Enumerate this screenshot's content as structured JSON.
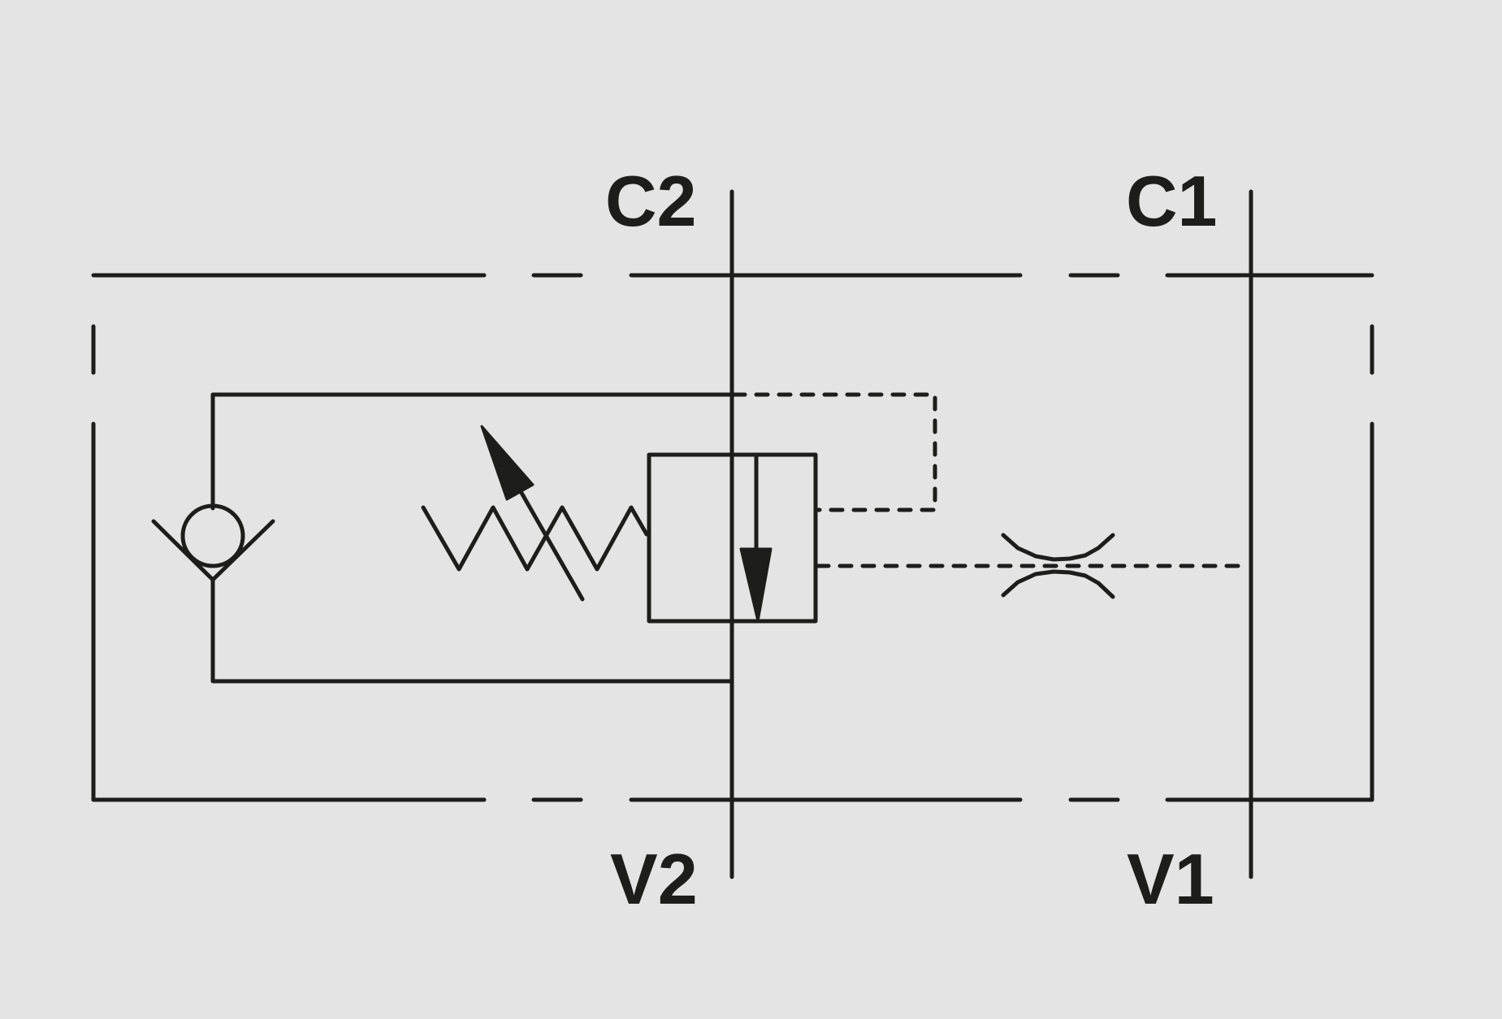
{
  "diagram": {
    "type": "hydraulic-schematic",
    "components": [
      "check-valve",
      "adjustable-spring",
      "relief-valve-spool",
      "fixed-orifice"
    ],
    "ports": {
      "c2": "C2",
      "c1": "C1",
      "v2": "V2",
      "v1": "V1"
    },
    "colors": {
      "background": "#e4e4e4",
      "line": "#1d1d1b"
    }
  }
}
